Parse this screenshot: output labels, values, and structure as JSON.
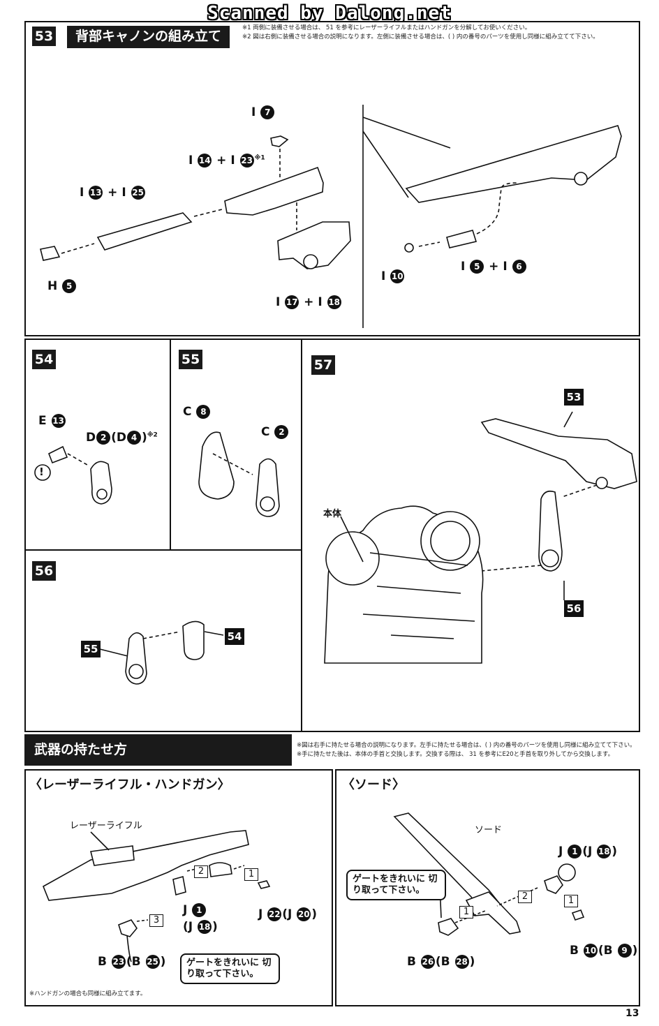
{
  "watermark": "Scanned by Dalong.net",
  "page_number": "13",
  "step53": {
    "number": "53",
    "title": "背部キャノンの組み立て",
    "note1": "※1 両側に装備させる場合は、 51 を参考にレーザーライフルまたはハンドガンを分解してお使いください。",
    "note2": "※2 図は右側に装備させる場合の説明になります。左側に装備させる場合は、( ) 内の番号のパーツを使用し同様に組み立てて下さい。",
    "labels": {
      "i7": {
        "letter": "I",
        "num": "7"
      },
      "i14_i23": {
        "a_letter": "I",
        "a_num": "14",
        "plus": "+",
        "b_letter": "I",
        "b_num": "23",
        "mark": "※1"
      },
      "i13_i25": {
        "a_letter": "I",
        "a_num": "13",
        "plus": "+",
        "b_letter": "I",
        "b_num": "25"
      },
      "h5": {
        "letter": "H",
        "num": "5"
      },
      "i17_i18": {
        "a_letter": "I",
        "a_num": "17",
        "plus": "+",
        "b_letter": "I",
        "b_num": "18"
      },
      "i10": {
        "letter": "I",
        "num": "10"
      },
      "i5_i6": {
        "a_letter": "I",
        "a_num": "5",
        "plus": "+",
        "b_letter": "I",
        "b_num": "6"
      }
    }
  },
  "step54": {
    "number": "54",
    "labels": {
      "e13": {
        "letter": "E",
        "num": "13"
      },
      "d2": {
        "letter": "D",
        "num": "2",
        "alt_letter": "D",
        "alt_num": "4",
        "mark": "※2"
      },
      "warn": "!"
    }
  },
  "step55": {
    "number": "55",
    "labels": {
      "c8": {
        "letter": "C",
        "num": "8"
      },
      "c2": {
        "letter": "C",
        "num": "2"
      }
    }
  },
  "step56": {
    "number": "56",
    "callouts": {
      "a": "55",
      "b": "54"
    }
  },
  "step57": {
    "number": "57",
    "body_label": "本体",
    "callouts": {
      "a": "53",
      "b": "56"
    }
  },
  "weapons": {
    "title": "武器の持たせ方",
    "note1": "※図は右手に持たせる場合の説明になります。左手に持たせる場合は、( ) 内の番号のパーツを使用し同様に組み立てて下さい。",
    "note2": "※手に持たせた後は、本体の手首と交換します。交換する際は、 31 を参考にE20と手首を取り外してから交換します。",
    "left": {
      "heading": "〈レーザーライフル・ハンドガン〉",
      "rifle_label": "レーザーライフル",
      "j1": {
        "letter": "J",
        "num": "1",
        "alt_letter": "J",
        "alt_num": "18"
      },
      "j22": {
        "letter": "J",
        "num": "22",
        "alt_letter": "J",
        "alt_num": "20"
      },
      "b23": {
        "letter": "B",
        "num": "23",
        "alt_letter": "B",
        "alt_num": "25"
      },
      "gate_note": "ゲートをきれいに 切り取って下さい。",
      "steps": [
        "1",
        "2",
        "3"
      ],
      "footnote": "※ハンドガンの場合も同様に組み立てます。"
    },
    "right": {
      "heading": "〈ソード〉",
      "sword_label": "ソード",
      "j1": {
        "letter": "J",
        "num": "1",
        "alt_letter": "J",
        "alt_num": "18"
      },
      "b26": {
        "letter": "B",
        "num": "26",
        "alt_letter": "B",
        "alt_num": "28"
      },
      "b10": {
        "letter": "B",
        "num": "10",
        "alt_letter": "B",
        "alt_num": "9"
      },
      "gate_note": "ゲートをきれいに 切り取って下さい。",
      "steps": [
        "1",
        "1",
        "2"
      ]
    }
  }
}
